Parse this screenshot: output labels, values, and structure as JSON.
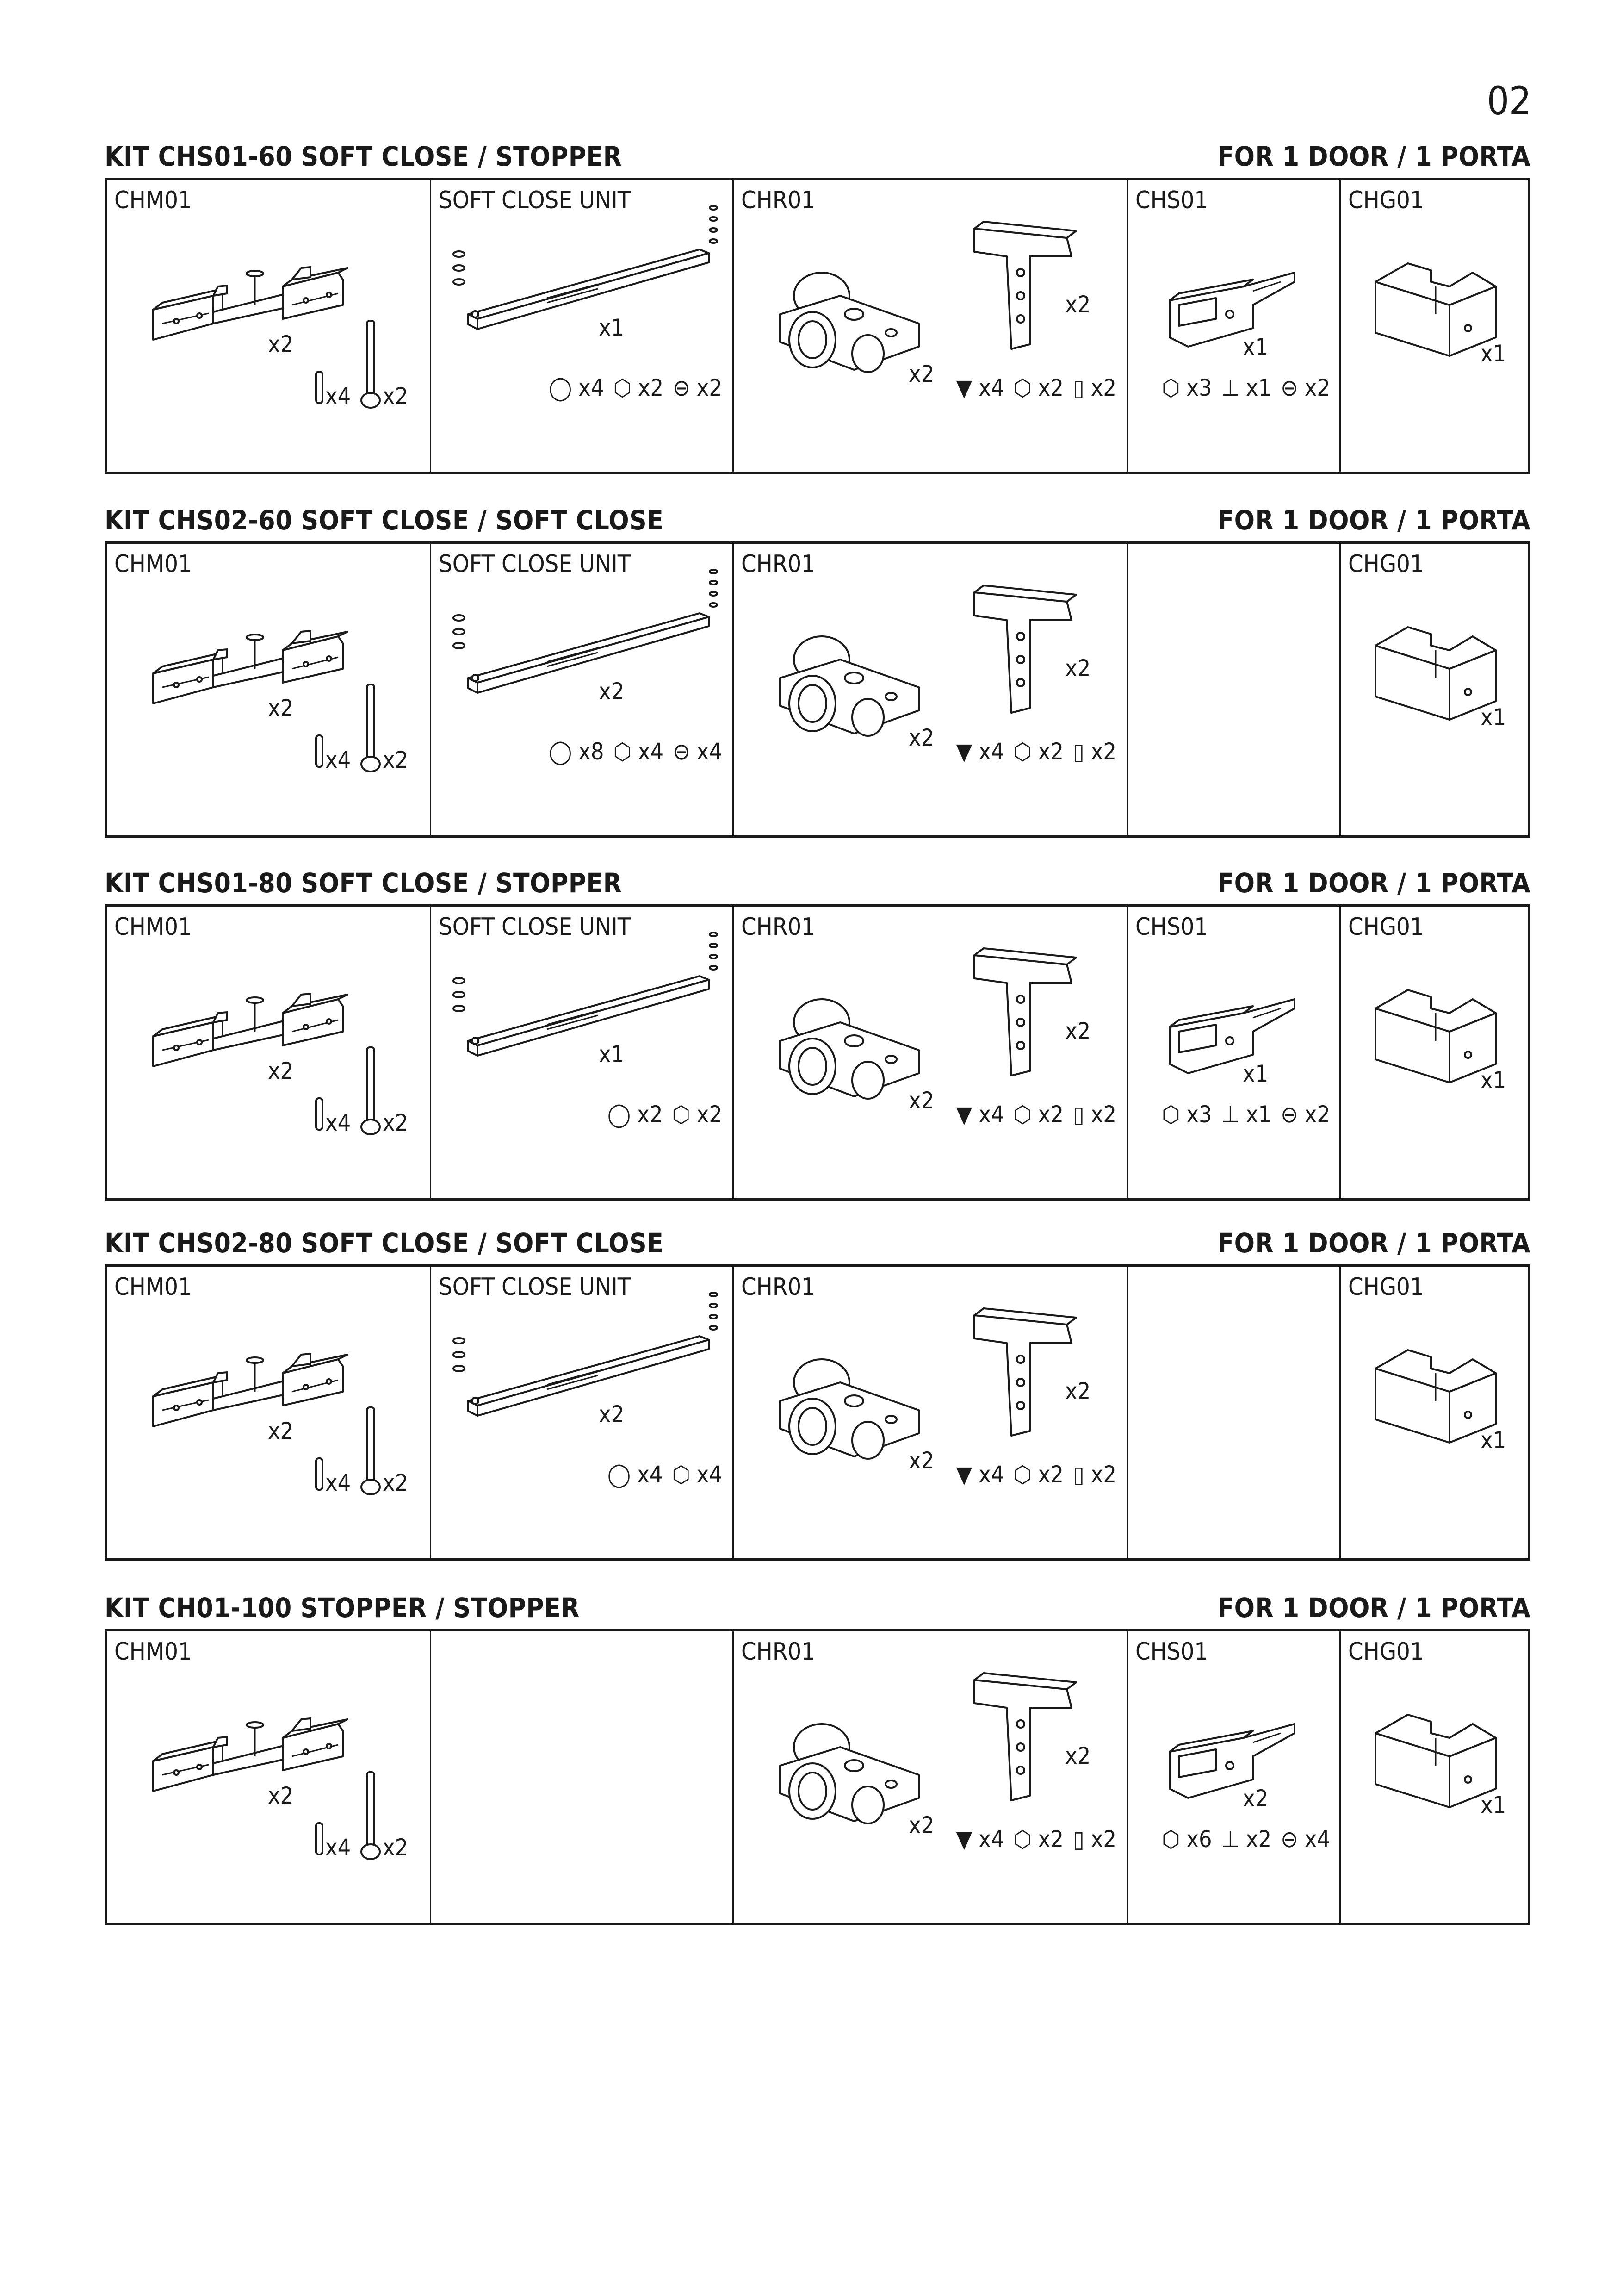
{
  "page_number": "02",
  "kits": [
    {
      "title": "KIT CHS01-60 SOFT CLOSE / STOPPER",
      "scope": "FOR 1 DOOR / 1 PORTA",
      "cells": [
        {
          "label": "CHM01",
          "main_qty": "x2",
          "hardware": [
            "x4",
            "x2"
          ]
        },
        {
          "label": "SOFT CLOSE UNIT",
          "main_qty": "x1",
          "hardware": [
            "x4",
            "x2",
            "x2"
          ]
        },
        {
          "label": "CHR01",
          "main_qty": "x2",
          "bracket_qty": "x2",
          "hardware": [
            "x4",
            "x2",
            "x2"
          ]
        },
        {
          "label": "CHS01",
          "main_qty": "x1",
          "hardware": [
            "x3",
            "x1",
            "x2"
          ]
        },
        {
          "label": "CHG01",
          "main_qty": "x1"
        }
      ]
    },
    {
      "title": "KIT CHS02-60 SOFT CLOSE / SOFT CLOSE",
      "scope": "FOR 1 DOOR / 1 PORTA",
      "cells": [
        {
          "label": "CHM01",
          "main_qty": "x2",
          "hardware": [
            "x4",
            "x2"
          ]
        },
        {
          "label": "SOFT CLOSE UNIT",
          "main_qty": "x2",
          "hardware": [
            "x8",
            "x4",
            "x4"
          ]
        },
        {
          "label": "CHR01",
          "main_qty": "x2",
          "bracket_qty": "x2",
          "hardware": [
            "x4",
            "x2",
            "x2"
          ]
        },
        {
          "label": "",
          "main_qty": ""
        },
        {
          "label": "CHG01",
          "main_qty": "x1"
        }
      ]
    },
    {
      "title": "KIT CHS01-80 SOFT CLOSE / STOPPER",
      "scope": "FOR 1 DOOR / 1 PORTA",
      "cells": [
        {
          "label": "CHM01",
          "main_qty": "x2",
          "hardware": [
            "x4",
            "x2"
          ]
        },
        {
          "label": "SOFT CLOSE UNIT",
          "main_qty": "x1",
          "hardware": [
            "x2",
            "x2"
          ]
        },
        {
          "label": "CHR01",
          "main_qty": "x2",
          "bracket_qty": "x2",
          "hardware": [
            "x4",
            "x2",
            "x2"
          ]
        },
        {
          "label": "CHS01",
          "main_qty": "x1",
          "hardware": [
            "x3",
            "x1",
            "x2"
          ]
        },
        {
          "label": "CHG01",
          "main_qty": "x1"
        }
      ]
    },
    {
      "title": "KIT CHS02-80 SOFT CLOSE / SOFT CLOSE",
      "scope": "FOR 1 DOOR / 1 PORTA",
      "cells": [
        {
          "label": "CHM01",
          "main_qty": "x2",
          "hardware": [
            "x4",
            "x2"
          ]
        },
        {
          "label": "SOFT CLOSE UNIT",
          "main_qty": "x2",
          "hardware": [
            "x4",
            "x4"
          ]
        },
        {
          "label": "CHR01",
          "main_qty": "x2",
          "bracket_qty": "x2",
          "hardware": [
            "x4",
            "x2",
            "x2"
          ]
        },
        {
          "label": "",
          "main_qty": ""
        },
        {
          "label": "CHG01",
          "main_qty": "x1"
        }
      ]
    },
    {
      "title": "KIT CH01-100 STOPPER / STOPPER",
      "scope": "FOR 1 DOOR / 1 PORTA",
      "cells": [
        {
          "label": "CHM01",
          "main_qty": "x2",
          "hardware": [
            "x4",
            "x2"
          ]
        },
        {
          "label": "",
          "main_qty": ""
        },
        {
          "label": "CHR01",
          "main_qty": "x2",
          "bracket_qty": "x2",
          "hardware": [
            "x4",
            "x2",
            "x2"
          ]
        },
        {
          "label": "CHS01",
          "main_qty": "x2",
          "hardware": [
            "x6",
            "x2",
            "x4"
          ]
        },
        {
          "label": "CHG01",
          "main_qty": "x1"
        }
      ]
    }
  ],
  "icons": {
    "chm01": "sliding-carriage-icon",
    "soft_close": "soft-close-rail-icon",
    "chr01": "roller-assembly-icon",
    "chr01_bracket": "t-bracket-icon",
    "chs01": "stopper-clip-icon",
    "chg01": "floor-guide-icon",
    "screw": "screw-icon",
    "pin": "pin-icon",
    "washer": "washer-icon",
    "nut": "nut-icon"
  }
}
